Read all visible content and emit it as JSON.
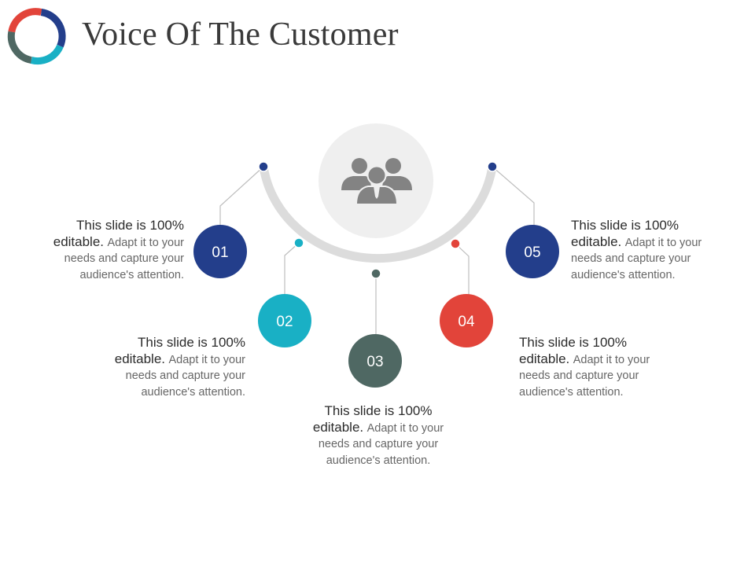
{
  "title": "Voice Of The Customer",
  "center_icon": "group-people-icon",
  "colors": {
    "navy": "#233E8B",
    "teal": "#19B0C5",
    "slate": "#4F6863",
    "red": "#E2443A",
    "arc": "#DCDCDC",
    "hub": "#EFEFEF",
    "icon": "#838383"
  },
  "items": [
    {
      "number": "01",
      "lead": "This slide is 100% editable.",
      "body": "Adapt it to your needs and capture your audience's attention."
    },
    {
      "number": "02",
      "lead": "This slide is 100% editable.",
      "body": "Adapt it to your needs and capture your audience's attention."
    },
    {
      "number": "03",
      "lead": "This slide is 100% editable.",
      "body": "Adapt it to your needs and capture your audience's attention."
    },
    {
      "number": "04",
      "lead": "This slide is 100% editable.",
      "body": "Adapt it to your needs and capture your audience's attention."
    },
    {
      "number": "05",
      "lead": "This slide is 100% editable.",
      "body": "Adapt it to your needs and capture your audience's attention."
    }
  ]
}
